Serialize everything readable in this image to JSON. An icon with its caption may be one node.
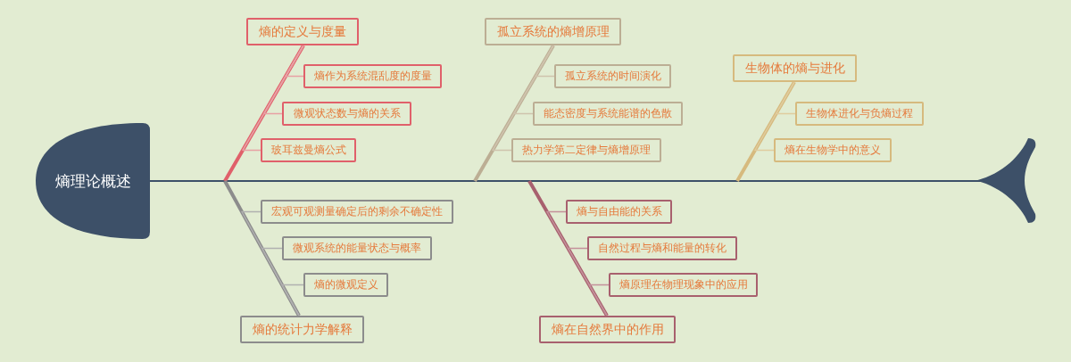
{
  "diagram": {
    "nodes": [
      {
        "text": [
          "熵理论概述"
        ]
      },
      {
        "text": [
          "熵的定义与度量"
        ]
      },
      {
        "text": [
          "熵作为系统混乱度的度量"
        ]
      },
      {
        "text": [
          "微观状态数与熵的关系"
        ]
      },
      {
        "text": [
          "玻耳兹曼熵公式"
        ]
      },
      {
        "text": [
          "熵的统计力学解释"
        ]
      },
      {
        "text": [
          "宏观可观测量确定后的剩余不确定性"
        ]
      },
      {
        "text": [
          "微观系统的能量状态与概率"
        ]
      },
      {
        "text": [
          "熵的微观定义"
        ]
      },
      {
        "text": [
          "孤立系统的熵增原理"
        ]
      },
      {
        "text": [
          "孤立系统的时间演化"
        ]
      },
      {
        "text": [
          "能态密度与系统能谱的色散"
        ]
      },
      {
        "text": [
          "热力学第二定律与熵增原理"
        ]
      },
      {
        "text": [
          "熵在自然界中的作用"
        ]
      },
      {
        "text": [
          "熵与自由能的关系"
        ]
      },
      {
        "text": [
          "自然过程与熵和能量的转化"
        ]
      },
      {
        "text": [
          "熵原理在物理现象中的应用"
        ]
      },
      {
        "text": [
          "生物体的熵与进化"
        ]
      },
      {
        "text": [
          "生物体进化与负熵过程"
        ]
      },
      {
        "text": [
          "熵在生物学中的意义"
        ]
      },
      {
        "text": [],
        "shape": "tail"
      }
    ],
    "edges": [
      {
        "from": 0,
        "to": 20,
        "arrow": "none",
        "color": "#3d5068"
      },
      {
        "from": 1,
        "to": null,
        "arrow": "none",
        "style": "thick",
        "color": "#e0606a"
      },
      {
        "from": 1,
        "to": 2,
        "arrow": "none",
        "color": "#e8a0a4"
      },
      {
        "from": 1,
        "to": 3,
        "arrow": "none",
        "color": "#e8a0a4"
      },
      {
        "from": 1,
        "to": 4,
        "arrow": "none",
        "color": "#e8a0a4"
      },
      {
        "from": 5,
        "to": null,
        "arrow": "none",
        "style": "thick",
        "color": "#8c8c8c"
      },
      {
        "from": 5,
        "to": 6,
        "arrow": "none",
        "color": "#b0b0b0"
      },
      {
        "from": 5,
        "to": 7,
        "arrow": "none",
        "color": "#b0b0b0"
      },
      {
        "from": 5,
        "to": 8,
        "arrow": "none",
        "color": "#b0b0b0"
      },
      {
        "from": 9,
        "to": null,
        "arrow": "none",
        "style": "thick",
        "color": "#bcae94"
      },
      {
        "from": 9,
        "to": 10,
        "arrow": "none",
        "color": "#cfc3ad"
      },
      {
        "from": 9,
        "to": 11,
        "arrow": "none",
        "color": "#cfc3ad"
      },
      {
        "from": 9,
        "to": 12,
        "arrow": "none",
        "color": "#cfc3ad"
      },
      {
        "from": 13,
        "to": null,
        "arrow": "none",
        "style": "thick",
        "color": "#a8606e"
      },
      {
        "from": 13,
        "to": 14,
        "arrow": "none",
        "color": "#c4909a"
      },
      {
        "from": 13,
        "to": 15,
        "arrow": "none",
        "color": "#c4909a"
      },
      {
        "from": 13,
        "to": 16,
        "arrow": "none",
        "color": "#c4909a"
      },
      {
        "from": 17,
        "to": null,
        "arrow": "none",
        "style": "thick",
        "color": "#d6ba7e"
      },
      {
        "from": 17,
        "to": 18,
        "arrow": "none",
        "color": "#e0cc9e"
      },
      {
        "from": 17,
        "to": 19,
        "arrow": "none",
        "color": "#e0cc9e"
      }
    ]
  }
}
